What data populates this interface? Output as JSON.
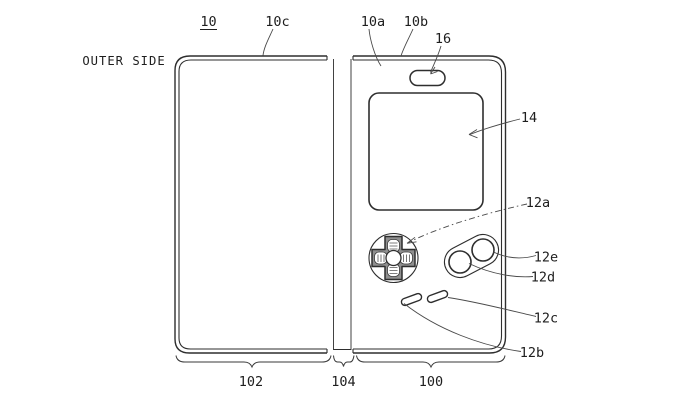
{
  "colors": {
    "background": "#ffffff",
    "line": "#2e2e2e",
    "dpad_fill": "#8f8f8f"
  },
  "drawing": {
    "side_label": "OUTER SIDE",
    "refs": {
      "assembly": "10",
      "cover_edge": "10c",
      "cover_front": "10a",
      "cover_layer": "10b",
      "speaker_hole": "16",
      "display_window": "14",
      "dpad_opening": "12a",
      "b_button_opening": "12e",
      "a_button_opening": "12d",
      "start_slot": "12c",
      "select_slot": "12b",
      "front_cover_width": "102",
      "spine_width": "104",
      "back_cover_width": "100"
    }
  }
}
